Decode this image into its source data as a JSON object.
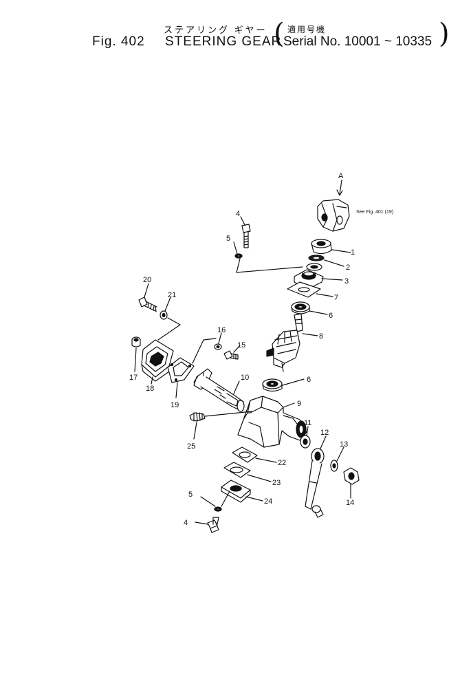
{
  "header": {
    "japanese_title": "ステアリング ギヤー",
    "japanese_serial": "適用号機",
    "fig_number": "Fig. 402",
    "title": "STEERING GEAR",
    "serial": "Serial No. 10001 ~ 10335"
  },
  "annotations": {
    "arrow_label": "A",
    "see_reference": "See Fig. 401 (19)"
  },
  "callouts": [
    {
      "id": "c1",
      "number": "1"
    },
    {
      "id": "c2",
      "number": "2"
    },
    {
      "id": "c3",
      "number": "3"
    },
    {
      "id": "c4a",
      "number": "4"
    },
    {
      "id": "c4b",
      "number": "4"
    },
    {
      "id": "c5a",
      "number": "5"
    },
    {
      "id": "c5b",
      "number": "5"
    },
    {
      "id": "c6a",
      "number": "6"
    },
    {
      "id": "c6b",
      "number": "6"
    },
    {
      "id": "c7",
      "number": "7"
    },
    {
      "id": "c8",
      "number": "8"
    },
    {
      "id": "c9",
      "number": "9"
    },
    {
      "id": "c10",
      "number": "10"
    },
    {
      "id": "c11",
      "number": "11"
    },
    {
      "id": "c12",
      "number": "12"
    },
    {
      "id": "c13",
      "number": "13"
    },
    {
      "id": "c14",
      "number": "14"
    },
    {
      "id": "c15",
      "number": "15"
    },
    {
      "id": "c16",
      "number": "16"
    },
    {
      "id": "c17",
      "number": "17"
    },
    {
      "id": "c18",
      "number": "18"
    },
    {
      "id": "c19",
      "number": "19"
    },
    {
      "id": "c20",
      "number": "20"
    },
    {
      "id": "c21",
      "number": "21"
    },
    {
      "id": "c22",
      "number": "22"
    },
    {
      "id": "c23",
      "number": "23"
    },
    {
      "id": "c24",
      "number": "24"
    },
    {
      "id": "c25",
      "number": "25"
    }
  ]
}
